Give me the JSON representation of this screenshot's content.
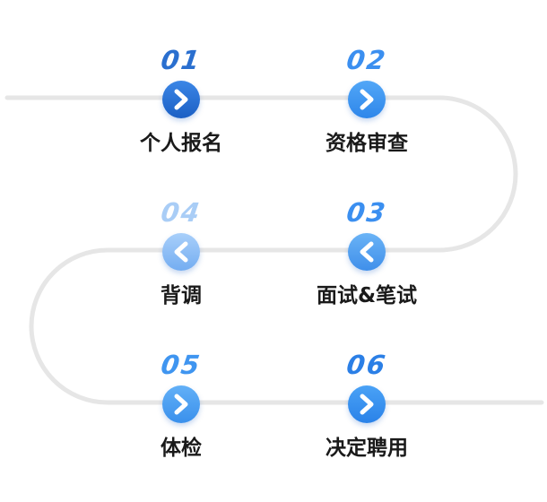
{
  "steps": [
    {
      "number": "01",
      "label": "个人报名",
      "direction": "right",
      "icon": "chevron-right-icon"
    },
    {
      "number": "02",
      "label": "资格审查",
      "direction": "right",
      "icon": "chevron-right-icon"
    },
    {
      "number": "03",
      "label": "面试&笔试",
      "direction": "left",
      "icon": "chevron-left-icon"
    },
    {
      "number": "04",
      "label": "背调",
      "direction": "left",
      "icon": "chevron-left-icon"
    },
    {
      "number": "05",
      "label": "体检",
      "direction": "right",
      "icon": "chevron-right-icon"
    },
    {
      "number": "06",
      "label": "决定聘用",
      "direction": "right",
      "icon": "chevron-right-icon"
    }
  ],
  "colors": {
    "track": "#e6e6e6",
    "primary": "#2a7de6",
    "label": "#1a1a1a",
    "faded": "#a9cdf6"
  }
}
